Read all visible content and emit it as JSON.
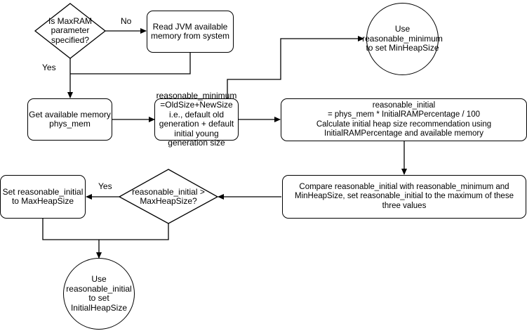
{
  "diagram": {
    "nodes": {
      "maxram_decision": "Is MaxRAM\nparameter\nspecified?",
      "read_jvm_memory": "Read JVM available\nmemory from system",
      "get_available_memory": "Get available memory\nphys_mem",
      "reasonable_minimum": "reasonable_minimum\n=OldSize+NewSize\ni.e., default old\ngeneration + default\ninitial young\ngeneration size",
      "use_reasonable_minimum": "Use\nreasonable_minimum\nto set MinHeapSize",
      "reasonable_initial_calc": "reasonable_initial\n= phys_mem * InitialRAMPercentage / 100\nCalculate initial heap size recommendation using\nInitialRAMPercentage and available memory",
      "compare_initial": "Compare reasonable_initial with reasonable_minimum and\nMinHeapSize, set reasonable_initial to the maximum of these\nthree values",
      "initial_vs_max_decision": "reasonable_initial >\nMaxHeapSize?",
      "set_initial_to_max": "Set reasonable_initial\nto MaxHeapSize",
      "use_reasonable_initial": "Use\nreasonable_initial\nto set\nInitialHeapSize"
    },
    "edge_labels": {
      "no": "No",
      "yes_maxram": "Yes",
      "yes_exceeds": "Yes"
    }
  }
}
